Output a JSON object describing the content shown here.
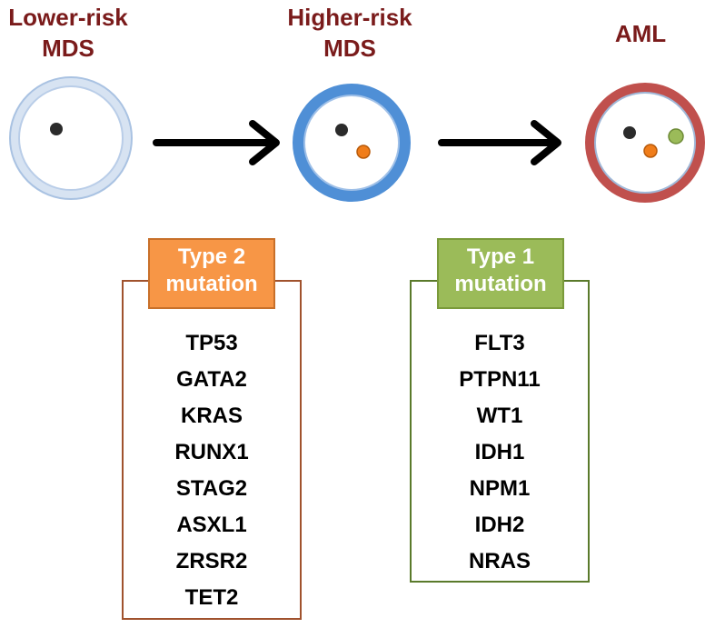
{
  "stages": [
    {
      "line1": "Lower-risk",
      "line2": "MDS"
    },
    {
      "line1": "Higher-risk",
      "line2": "MDS"
    },
    {
      "line1": "AML",
      "line2": ""
    }
  ],
  "type2": {
    "title_line1": "Type 2",
    "title_line2": "mutation",
    "genes": [
      "TP53",
      "GATA2",
      "KRAS",
      "RUNX1",
      "STAG2",
      "ASXL1",
      "ZRSR2",
      "TET2"
    ]
  },
  "type1": {
    "title_line1": "Type 1",
    "title_line2": "mutation",
    "genes": [
      "FLT3",
      "PTPN11",
      "WT1",
      "IDH1",
      "NPM1",
      "IDH2",
      "NRAS"
    ]
  },
  "colors": {
    "label": "#7a1b1b",
    "lower_ring": "#c9d9ee",
    "higher_ring": "#4f8fd6",
    "aml_ring": "#c0504d",
    "type2": "#f79646",
    "type2_border": "#a0522d",
    "type1": "#9bbb59",
    "type1_border": "#5a7a2b",
    "mutation_orange": "#f07d1a",
    "mutation_green": "#9bbb59"
  }
}
